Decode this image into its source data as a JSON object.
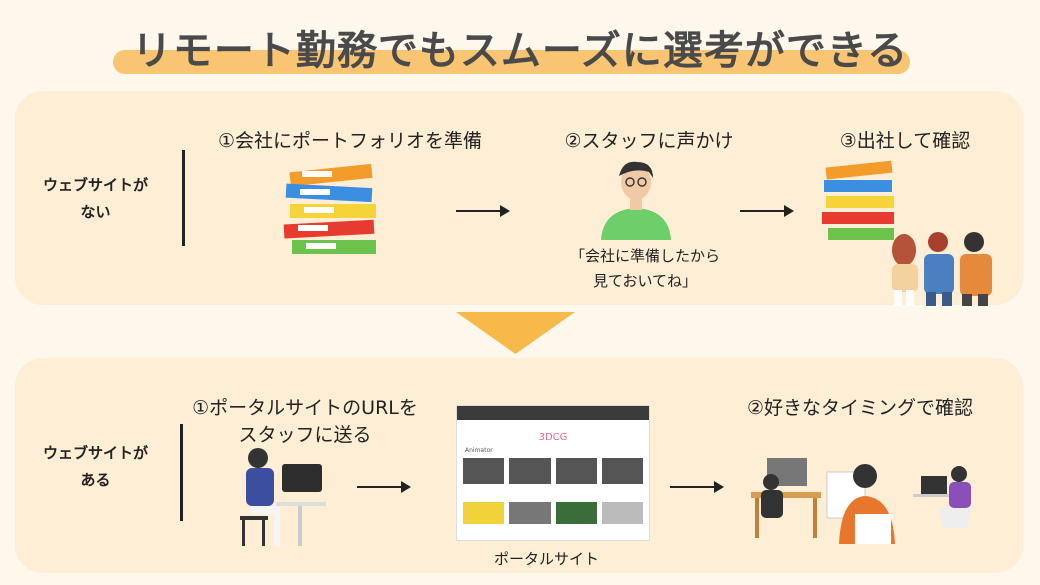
{
  "title": "リモート勤務でもスムーズに選考ができる",
  "colors": {
    "accent_bar": "#f9c572",
    "panel": "#fdeed5",
    "background": "#fdf7ec",
    "down_arrow": "#f7b94a"
  },
  "row1": {
    "label": "ウェブサイトが\nない",
    "step1": "①会社にポートフォリオを準備",
    "step2": "②スタッフに声かけ",
    "step3": "③出社して確認",
    "quote_line1": "「会社に準備したから",
    "quote_line2": "見ておいてね」"
  },
  "row2": {
    "label": "ウェブサイトが\nある",
    "step1_line1": "①ポータルサイトのURLを",
    "step1_line2": "スタッフに送る",
    "step2": "②好きなタイミングで確認",
    "portal_caption": "ポータルサイト",
    "portal_heading": "3DCG",
    "portal_section": "Animator"
  },
  "icons": [
    "binders-icon",
    "staff-person-icon",
    "visitors-icon",
    "remote-worker-icon",
    "portal-site-screenshot",
    "coworkers-icon",
    "down-arrow-icon"
  ]
}
